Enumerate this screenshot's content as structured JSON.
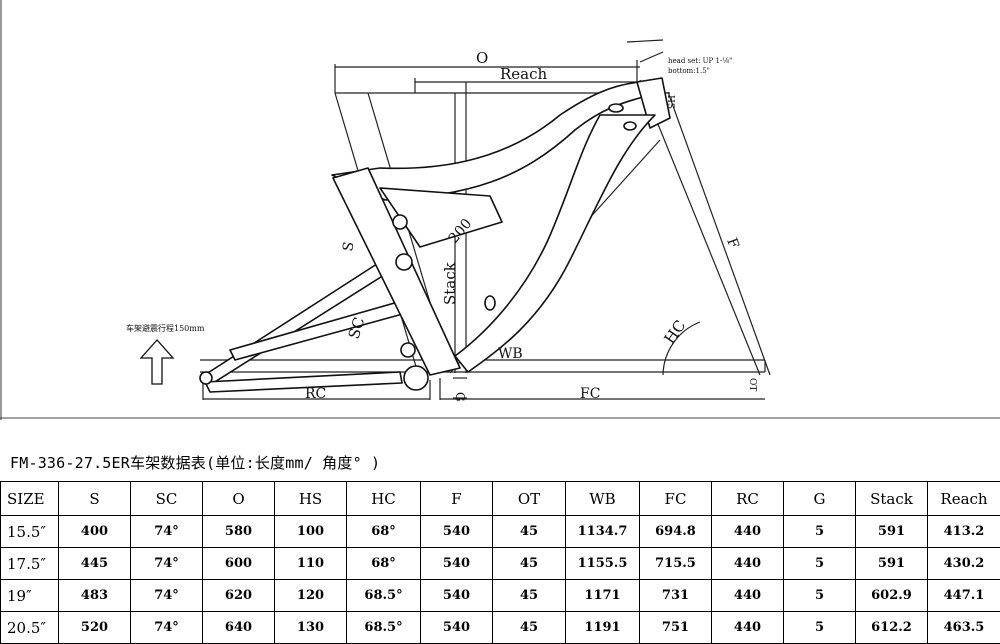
{
  "diagram": {
    "labels": {
      "O": "O",
      "Reach": "Reach",
      "head_note_1": "head set: UP 1-⅛\"",
      "head_note_2": "bottom:1.5\"",
      "HS": "HS",
      "F": "F",
      "OT": "OT",
      "S": "S",
      "travel": "200",
      "Stack": "Stack",
      "SC": "SC",
      "HC": "HC",
      "WB": "WB",
      "G": "G",
      "RC": "RC",
      "FC": "FC",
      "suspension_note": "车架避震行程150mm"
    },
    "arrow_icon": "up-arrow-icon"
  },
  "caption": "FM-336-27.5ER车架数据表(单位:长度mm/ 角度° )",
  "table": {
    "headers": [
      "SIZE",
      "S",
      "SC",
      "O",
      "HS",
      "HC",
      "F",
      "OT",
      "WB",
      "FC",
      "RC",
      "G",
      "Stack",
      "Reach"
    ],
    "rows": [
      [
        "15.5″",
        "400",
        "74°",
        "580",
        "100",
        "68°",
        "540",
        "45",
        "1134.7",
        "694.8",
        "440",
        "5",
        "591",
        "413.2"
      ],
      [
        "17.5″",
        "445",
        "74°",
        "600",
        "110",
        "68°",
        "540",
        "45",
        "1155.5",
        "715.5",
        "440",
        "5",
        "591",
        "430.2"
      ],
      [
        "19″",
        "483",
        "74°",
        "620",
        "120",
        "68.5°",
        "540",
        "45",
        "1171",
        "731",
        "440",
        "5",
        "602.9",
        "447.1"
      ],
      [
        "20.5″",
        "520",
        "74°",
        "640",
        "130",
        "68.5°",
        "540",
        "45",
        "1191",
        "751",
        "440",
        "5",
        "612.2",
        "463.5"
      ]
    ]
  }
}
